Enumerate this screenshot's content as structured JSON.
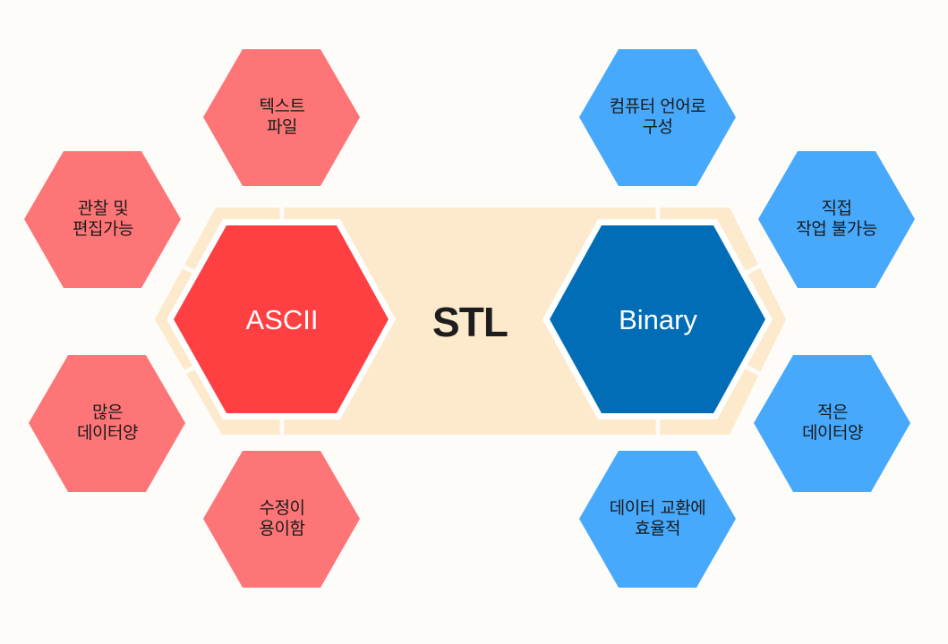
{
  "diagram": {
    "title": "STL",
    "colors": {
      "background": "#fefcf9",
      "band": "#fde9cb",
      "ascii_main": "#fe4043",
      "ascii_outer": "#fe7577",
      "binary_main": "#016db7",
      "binary_outer": "#47a9fc",
      "text_dark": "#1a1a1a",
      "text_light": "#ffffff"
    },
    "left": {
      "main_label": "ASCII",
      "outer": [
        {
          "position": "top",
          "label": "텍스트\n파일"
        },
        {
          "position": "upper-left",
          "label": "관찰 및\n편집가능"
        },
        {
          "position": "lower-left",
          "label": "많은\n데이터양"
        },
        {
          "position": "bottom",
          "label": "수정이\n용이함"
        }
      ]
    },
    "right": {
      "main_label": "Binary",
      "outer": [
        {
          "position": "top",
          "label": "컴퓨터 언어로\n구성"
        },
        {
          "position": "upper-right",
          "label": "직접\n작업 불가능"
        },
        {
          "position": "lower-right",
          "label": "적은\n데이터양"
        },
        {
          "position": "bottom",
          "label": "데이터 교환에\n효율적"
        }
      ]
    }
  }
}
